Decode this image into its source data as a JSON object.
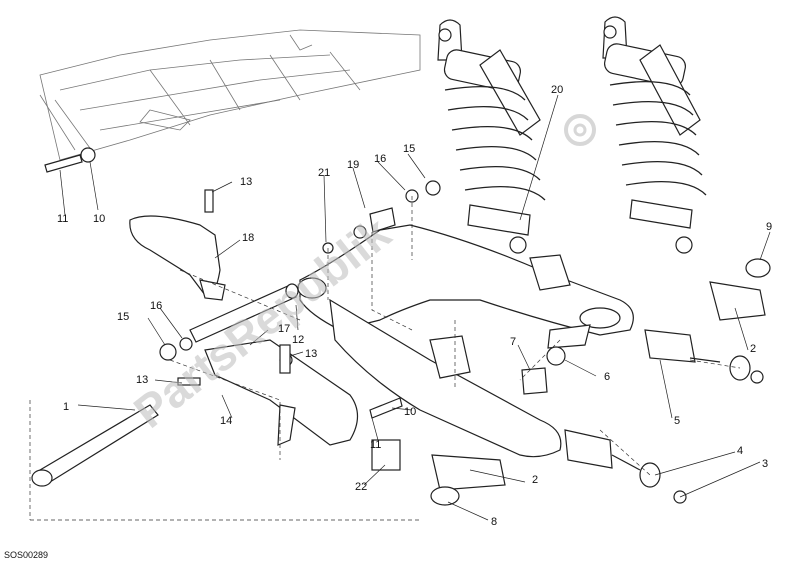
{
  "diagram": {
    "drawing_code": "SOS00289",
    "watermark": "PartsRepublik",
    "callouts": {
      "c1": "1",
      "c2a": "2",
      "c2b": "2",
      "c3": "3",
      "c4": "4",
      "c5": "5",
      "c6": "6",
      "c7": "7",
      "c8": "8",
      "c9": "9",
      "c10a": "10",
      "c10b": "10",
      "c11a": "11",
      "c11b": "11",
      "c12": "12",
      "c13a": "13",
      "c13b": "13",
      "c13c": "13",
      "c14": "14",
      "c15a": "15",
      "c15b": "15",
      "c16a": "16",
      "c16b": "16",
      "c17": "17",
      "c18": "18",
      "c19": "19",
      "c20": "20",
      "c21": "21",
      "c22": "22"
    }
  }
}
